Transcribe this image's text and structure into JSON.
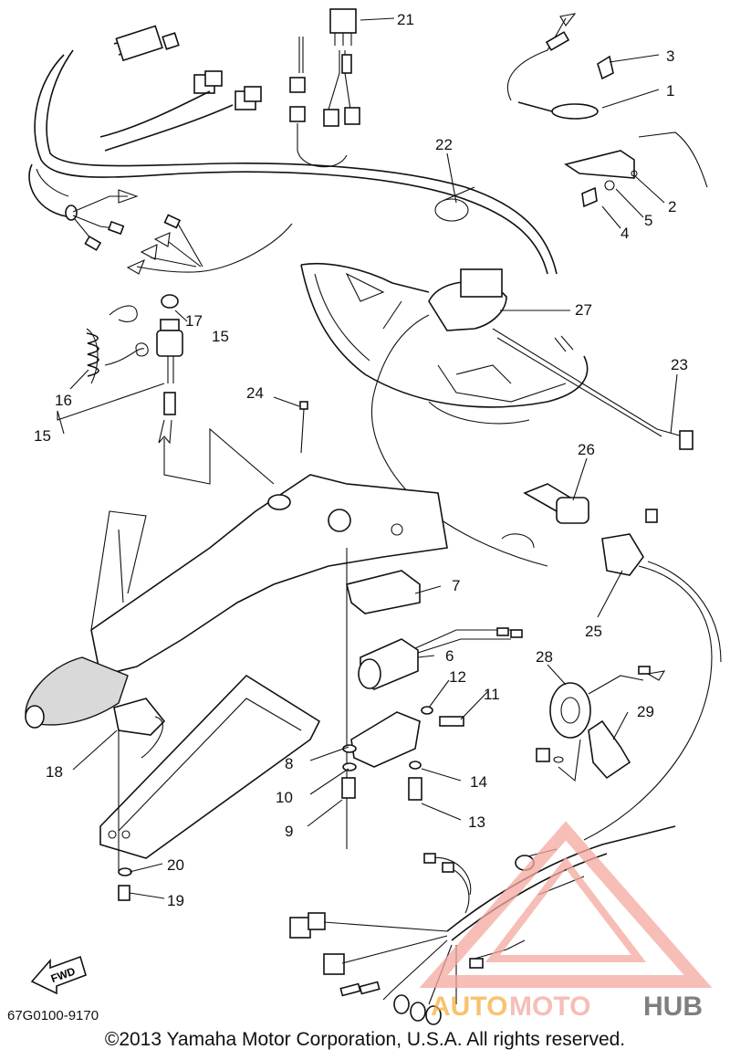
{
  "diagram": {
    "part_numbers": [
      "1",
      "2",
      "3",
      "4",
      "5",
      "6",
      "7",
      "8",
      "9",
      "10",
      "11",
      "12",
      "13",
      "14",
      "15",
      "15",
      "16",
      "17",
      "15",
      "18",
      "19",
      "20",
      "21",
      "22",
      "23",
      "24",
      "25",
      "26",
      "27",
      "28",
      "29"
    ],
    "fwd_label": "FWD"
  },
  "footer": {
    "diagram_code": "67G0100-9170",
    "copyright": "©2013 Yamaha Motor Corporation, U.S.A. All rights reserved."
  },
  "watermark": {
    "text_auto": "AUTO",
    "text_moto": "MOTO",
    "text_hub": "HUB",
    "color_primary": "#f4a9a0",
    "color_accent": "#f5b041",
    "color_dark": "#555555"
  }
}
